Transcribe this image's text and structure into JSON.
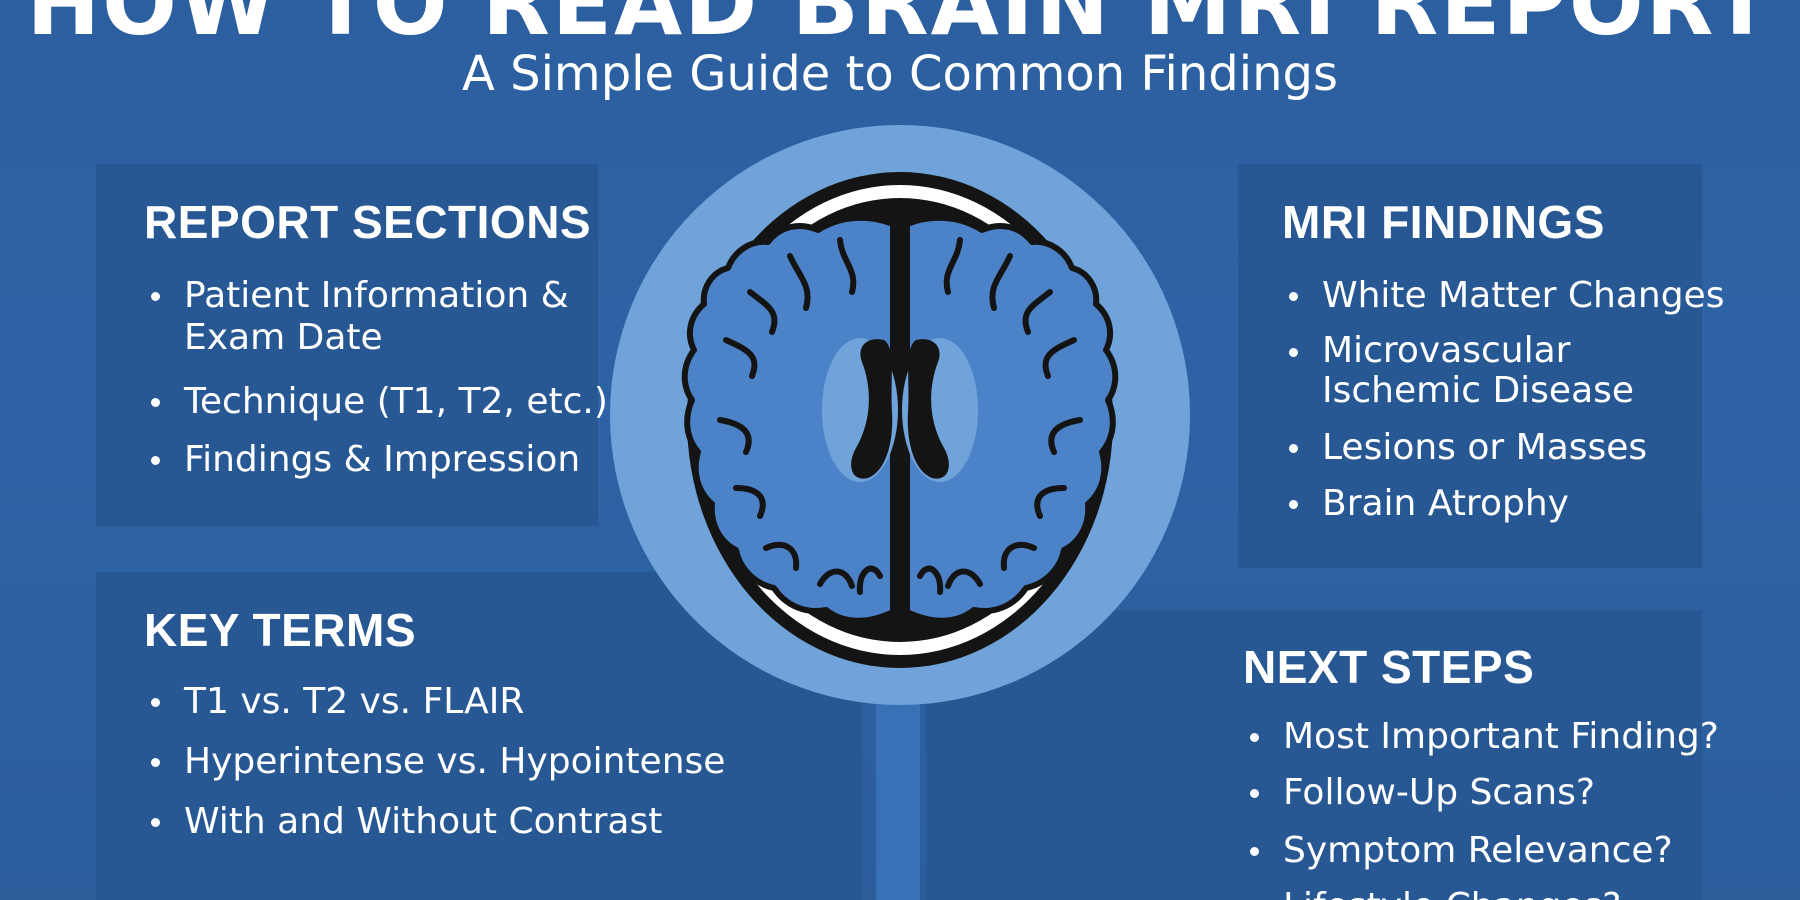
{
  "header": {
    "title": "HOW TO READ BRAIN MRI REPORT",
    "subtitle": "A Simple Guide to Common Findings"
  },
  "sections": {
    "report": {
      "heading": "REPORT SECTIONS",
      "items": [
        "Patient Information & Exam Date",
        "Technique (T1, T2, etc.)",
        "Findings & Impression"
      ]
    },
    "mri_findings": {
      "heading": "MRI FINDINGS",
      "items": [
        "White Matter Changes",
        "Microvascular Ischemic Disease",
        "Lesions or Masses",
        "Brain Atrophy"
      ]
    },
    "key_terms": {
      "heading": "KEY TERMS",
      "items": [
        "T1 vs. T2 vs. FLAIR",
        "Hyperintense vs. Hypointense",
        "With and Without Contrast"
      ]
    },
    "next_steps": {
      "heading": "NEXT STEPS",
      "items": [
        "Most Important Finding?",
        "Follow-Up Scans?",
        "Symptom Relevance?",
        "Lifestyle Changes?"
      ]
    }
  },
  "colors": {
    "background": "#2d63a5",
    "panel": "#285893",
    "circle": "#6fa3da",
    "brain": "#4c83c8",
    "text": "#ffffff"
  },
  "illustration": {
    "icon": "brain-mri-axial-slice-icon"
  }
}
